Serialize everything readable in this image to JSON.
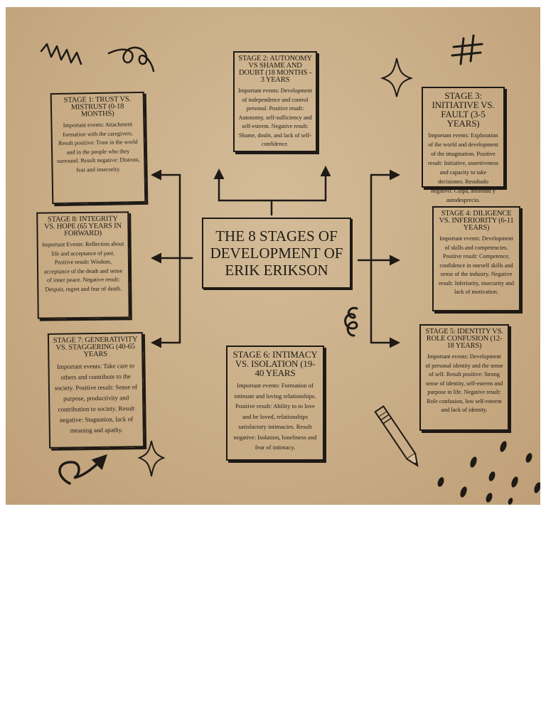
{
  "center": {
    "title": "THE 8 STAGES OF DEVELOPMENT OF ERIK ERIKSON"
  },
  "stages": [
    {
      "title": "STAGE 1: TRUST VS. MISTRUST (0-18 MONTHS)",
      "body": "Important events: Attachment formation with the caregivers. Result positive: Trust in the world and in the people who they surround. Result negative: Distrust, fear and insecurity."
    },
    {
      "title": "STAGE 2: AUTONOMY VS SHAME AND DOUBT (18 MONTHS - 3 YEARS",
      "body": "Important events: Development of independence and control personal. Positive result: Autonomy, self-sufficiency and self-esteem. Negative result: Shame, doubt, and lack of self-confidence."
    },
    {
      "title": "STAGE 3: INITIATIVE VS. FAULT (3-5 YEARS)",
      "body": "Important events: Exploration of the world and development of the imagination. Positive result: Initiative, assertiveness and capacity to take decisiones. Resultado negativo: Culpa, ansiedad y autodesprecio."
    },
    {
      "title": "STAGE 4: DILIGENCE VS. INFERIORITY (6-11 YEARS)",
      "body": "Important events: Development of skills and competencies. Positive result: Competence, confidence in oneself skills and sense of the industry. Negative result: Inferiority, insecurity and lack of motivation."
    },
    {
      "title": "STAGE 5: IDENTITY VS. ROLE CONFUSION (12-18 YEARS)",
      "body": "Important events: Development of personal identity and the sense of self. Result positive: Strong sense of identity, self-esteem and purpose in life. Negative result: Role confusion, low self-esteem and lack of identity."
    },
    {
      "title": "STAGE 6: INTIMACY VS. ISOLATION (19-40 YEARS",
      "body": "Important events: Formation of intimate and loving relationships. Positive result: Ability to to love and be loved, relationships satisfactory intimacies. Result negative: Isolation, loneliness and fear of intimacy."
    },
    {
      "title": "STAGE 7: GENERATIVITY VS. STAGGERING (40-65 YEARS",
      "body": "Important events: Take care to others and contribute to the society. Positive result: Sense of purpose, productivity and contribution to society. Result negative: Stagnation, lack of meaning and apathy."
    },
    {
      "title": "STAGE 8: INTEGRITY VS. HOPE (65 YEARS IN FORWARD)",
      "body": "Important Events: Reflection about life and acceptance of past. Positive result: Wisdom, acceptance of the death and sense of inner peace. Negative result: Despair, regret and fear of death."
    }
  ],
  "colors": {
    "paper": "#c9ad86",
    "ink": "#1e1a15",
    "page": "#ffffff"
  },
  "decorations": [
    "scribble-doodle",
    "curl-doodle",
    "hashtag-doodle",
    "sparkle-doodle",
    "spiral-doodle",
    "pencil-icon",
    "curved-arrow-doodle",
    "ink-dots-doodle"
  ]
}
